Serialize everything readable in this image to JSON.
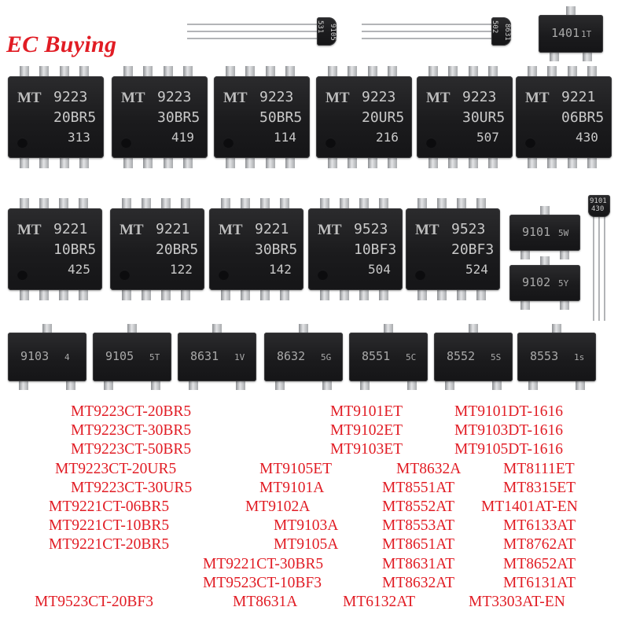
{
  "brand": {
    "text": "EC Buying",
    "color": "#e11c24"
  },
  "top_parts": [
    {
      "top": "9105",
      "bottom": "531"
    },
    {
      "top": "8631",
      "bottom": "502"
    },
    {
      "top": "1401",
      "bottom": "1T"
    }
  ],
  "soic_row1": [
    {
      "logo": "MT",
      "number": "9223",
      "suffix": "20BR5",
      "lot": "313"
    },
    {
      "logo": "MT",
      "number": "9223",
      "suffix": "30BR5",
      "lot": "419"
    },
    {
      "logo": "MT",
      "number": "9223",
      "suffix": "50BR5",
      "lot": "114"
    },
    {
      "logo": "MT",
      "number": "9223",
      "suffix": "20UR5",
      "lot": "216"
    },
    {
      "logo": "MT",
      "number": "9223",
      "suffix": "30UR5",
      "lot": "507"
    },
    {
      "logo": "MT",
      "number": "9221",
      "suffix": "06BR5",
      "lot": "430"
    }
  ],
  "soic_row2": [
    {
      "logo": "MT",
      "number": "9221",
      "suffix": "10BR5",
      "lot": "425"
    },
    {
      "logo": "MT",
      "number": "9221",
      "suffix": "20BR5",
      "lot": "122"
    },
    {
      "logo": "MT",
      "number": "9221",
      "suffix": "30BR5",
      "lot": "142"
    },
    {
      "logo": "MT",
      "number": "9523",
      "suffix": "10BF3",
      "lot": "504"
    },
    {
      "logo": "MT",
      "number": "9523",
      "suffix": "20BF3",
      "lot": "524"
    }
  ],
  "sot_right": [
    {
      "text": "9101",
      "date": "5W"
    },
    {
      "text": "9102",
      "date": "5Y"
    }
  ],
  "to92_right": {
    "top": "9101",
    "bottom": "430"
  },
  "sot_row3": [
    {
      "text": "9103",
      "date": "4"
    },
    {
      "text": "9105",
      "date": "5T"
    },
    {
      "text": "8631",
      "date": "1V"
    },
    {
      "text": "8632",
      "date": "5G"
    },
    {
      "text": "8551",
      "date": "5C"
    },
    {
      "text": "8552",
      "date": "5S"
    },
    {
      "text": "8553",
      "date": "1s"
    }
  ],
  "models": [
    "MT9223CT-20BR5",
    "MT9101ET",
    "MT9101DT-1616",
    "MT9223CT-30BR5",
    "MT9102ET",
    "MT9103DT-1616",
    "MT9223CT-50BR5",
    "MT9103ET",
    "MT9105DT-1616",
    "MT9223CT-20UR5",
    "MT9105ET",
    "MT8632A",
    "MT8111ET",
    "MT9223CT-30UR5",
    "MT9101A",
    "MT8551AT",
    "MT8315ET",
    "MT9221CT-06BR5",
    "MT9102A",
    "MT8552AT",
    "MT1401AT-EN",
    "MT9221CT-10BR5",
    "MT9103A",
    "MT8553AT",
    "MT6133AT",
    "MT9221CT-20BR5",
    "MT9105A",
    "MT8651AT",
    "MT8762AT",
    "MT9221CT-30BR5",
    "MT8631AT",
    "MT8652AT",
    "MT9523CT-10BF3",
    "MT8632AT",
    "MT6131AT",
    "MT9523CT-20BF3",
    "MT8631A",
    "MT6132AT",
    "MT3303AT-EN"
  ]
}
